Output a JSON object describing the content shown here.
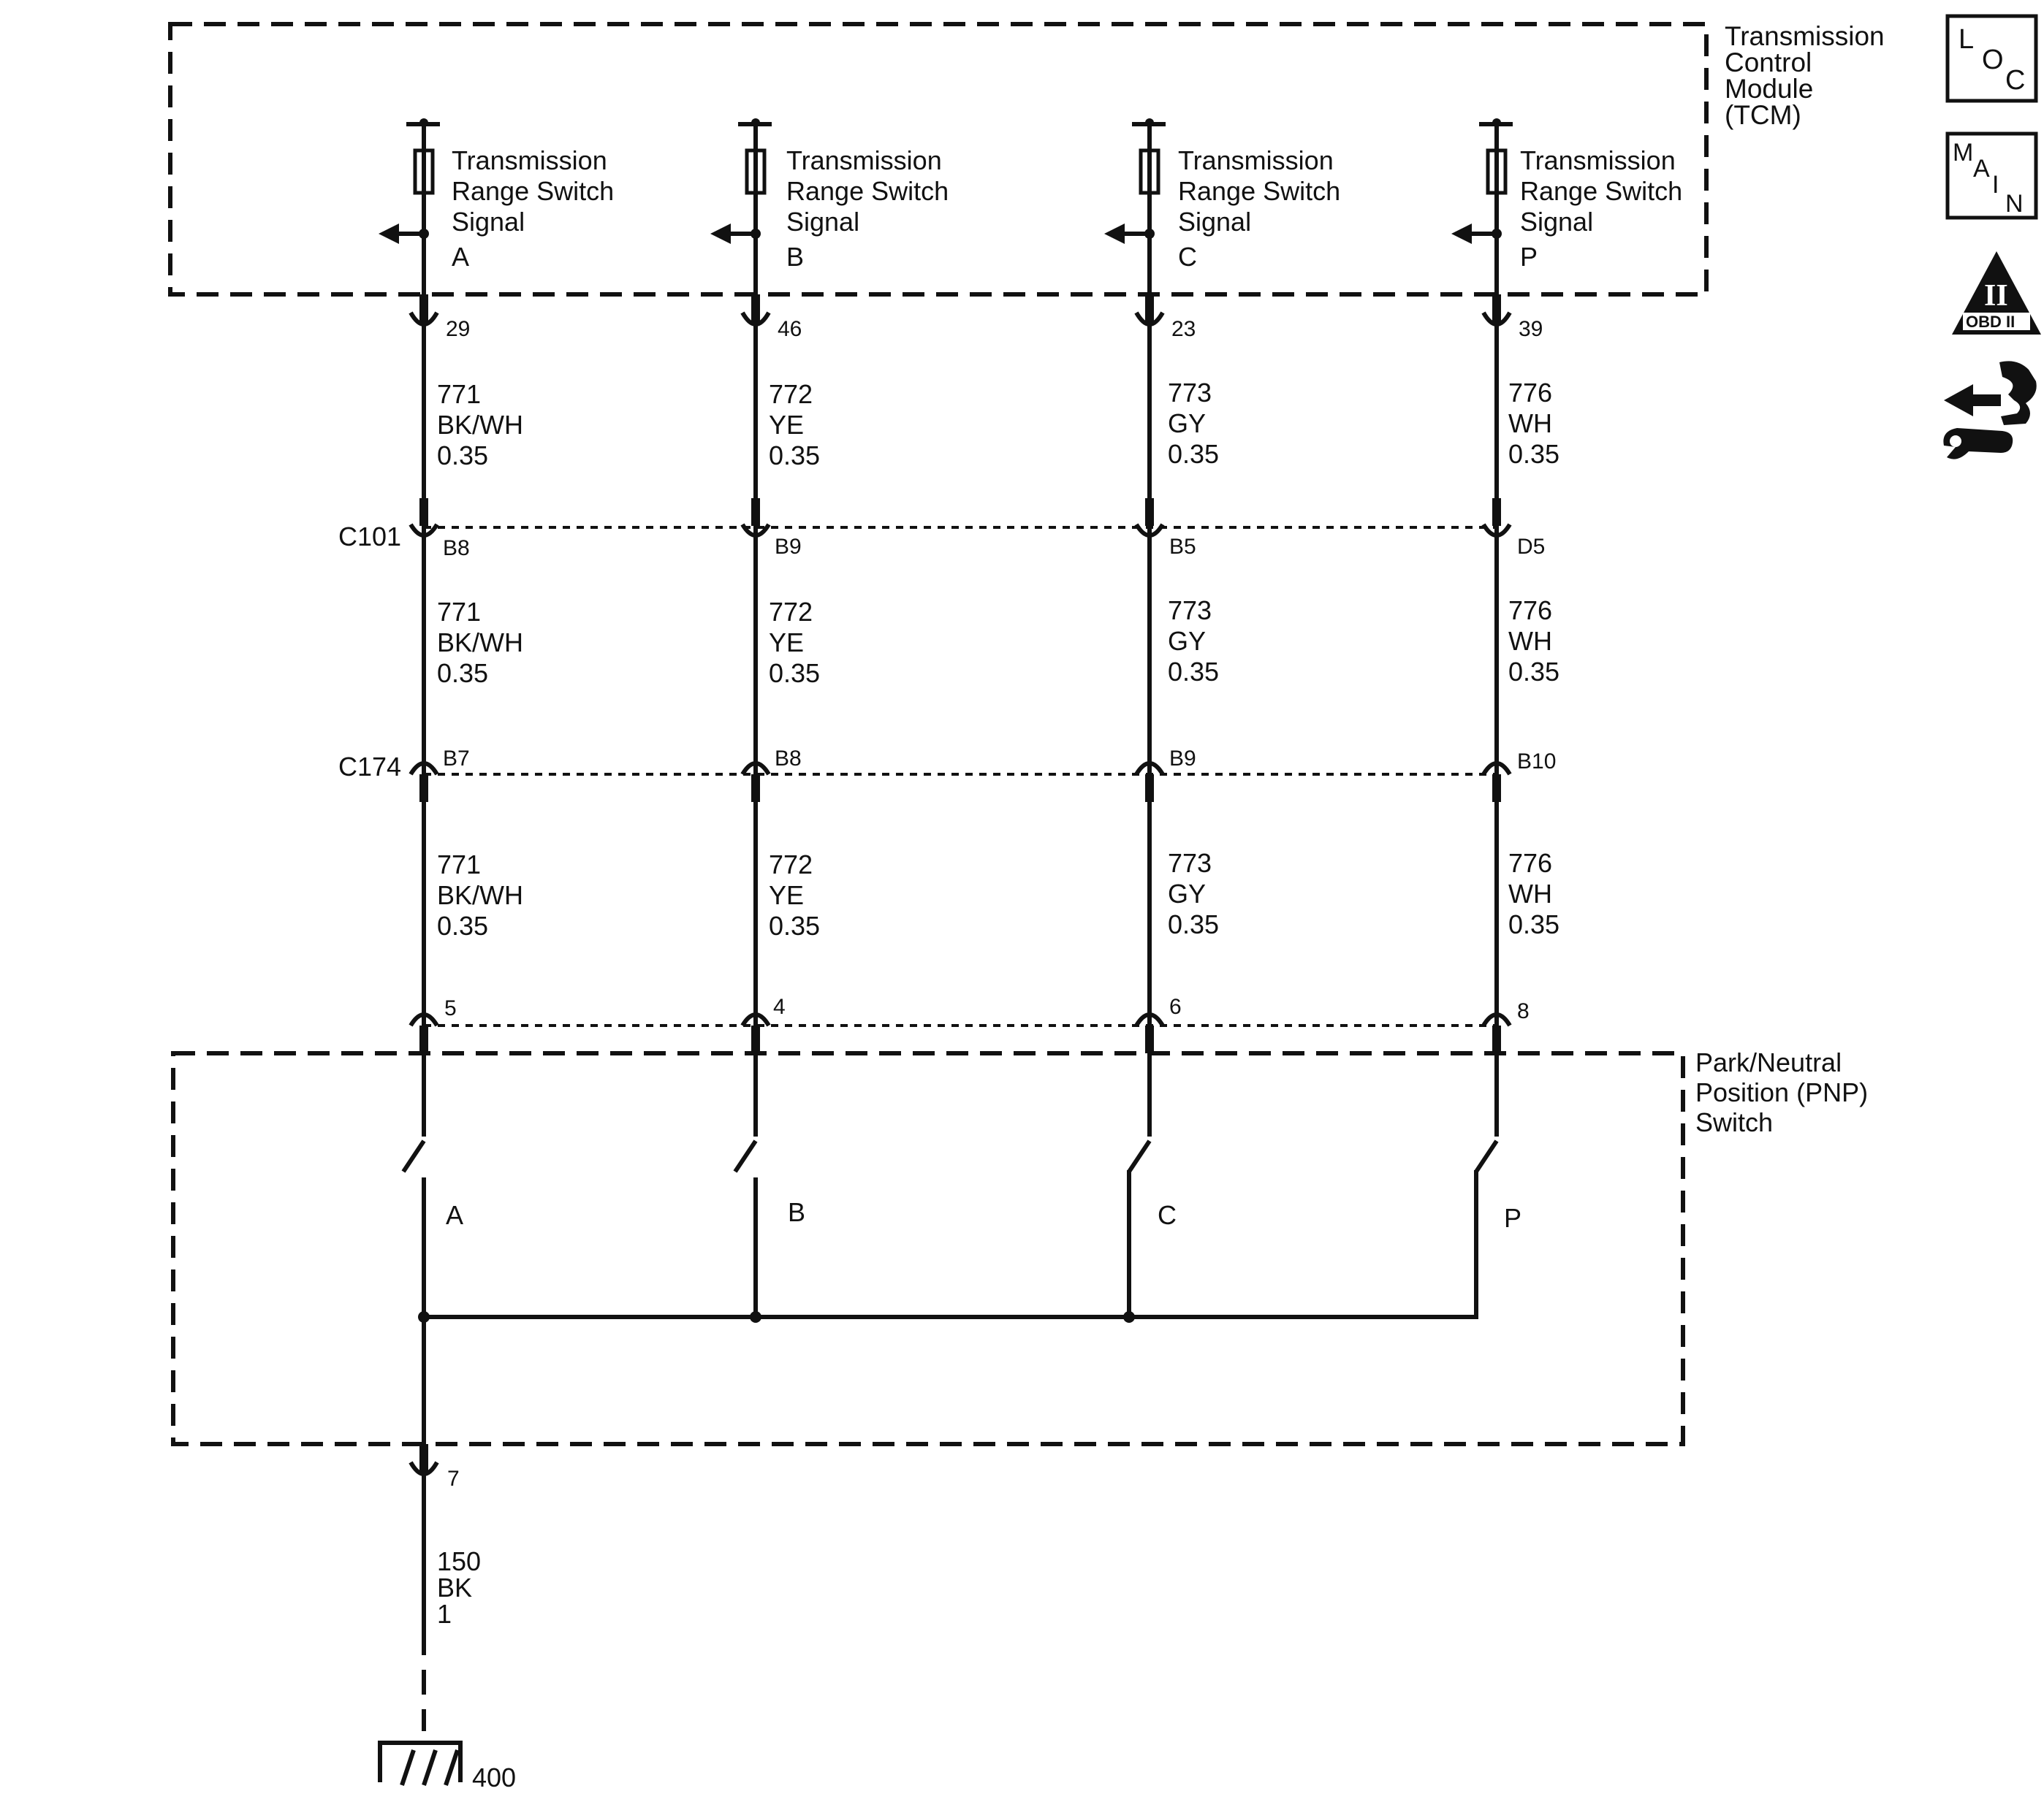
{
  "tcm": {
    "label": [
      "Transmission",
      "Control",
      "Module",
      "(TCM)"
    ]
  },
  "pnp": {
    "label": [
      "Park/Neutral",
      "Position (PNP)",
      "Switch"
    ]
  },
  "signal_text": [
    "Transmission",
    "Range Switch",
    "Signal"
  ],
  "circuits": [
    {
      "letter": "A",
      "tcm_pin": "29",
      "num": "771",
      "color": "BK/WH",
      "gauge": "0.35",
      "c101_pin": "B8",
      "c174_pin": "B7",
      "pnp_pin": "5"
    },
    {
      "letter": "B",
      "tcm_pin": "46",
      "num": "772",
      "color": "YE",
      "gauge": "0.35",
      "c101_pin": "B9",
      "c174_pin": "B8",
      "pnp_pin": "4"
    },
    {
      "letter": "C",
      "tcm_pin": "23",
      "num": "773",
      "color": "GY",
      "gauge": "0.35",
      "c101_pin": "B5",
      "c174_pin": "B9",
      "pnp_pin": "6"
    },
    {
      "letter": "P",
      "tcm_pin": "39",
      "num": "776",
      "color": "WH",
      "gauge": "0.35",
      "c101_pin": "D5",
      "c174_pin": "B10",
      "pnp_pin": "8"
    }
  ],
  "connectors": {
    "c101": "C101",
    "c174": "C174"
  },
  "ground": {
    "pin": "7",
    "num": "150",
    "color": "BK",
    "gauge": "1",
    "ground_id": "400"
  },
  "icons": [
    {
      "name": "loc-icon",
      "text": [
        "L",
        "O",
        "C"
      ]
    },
    {
      "name": "main-icon",
      "text": [
        "M",
        "A",
        "I",
        "N"
      ]
    },
    {
      "name": "obd-ii-icon",
      "text": [
        "II",
        "OBD II"
      ]
    },
    {
      "name": "wrench-arrow-icon"
    }
  ]
}
